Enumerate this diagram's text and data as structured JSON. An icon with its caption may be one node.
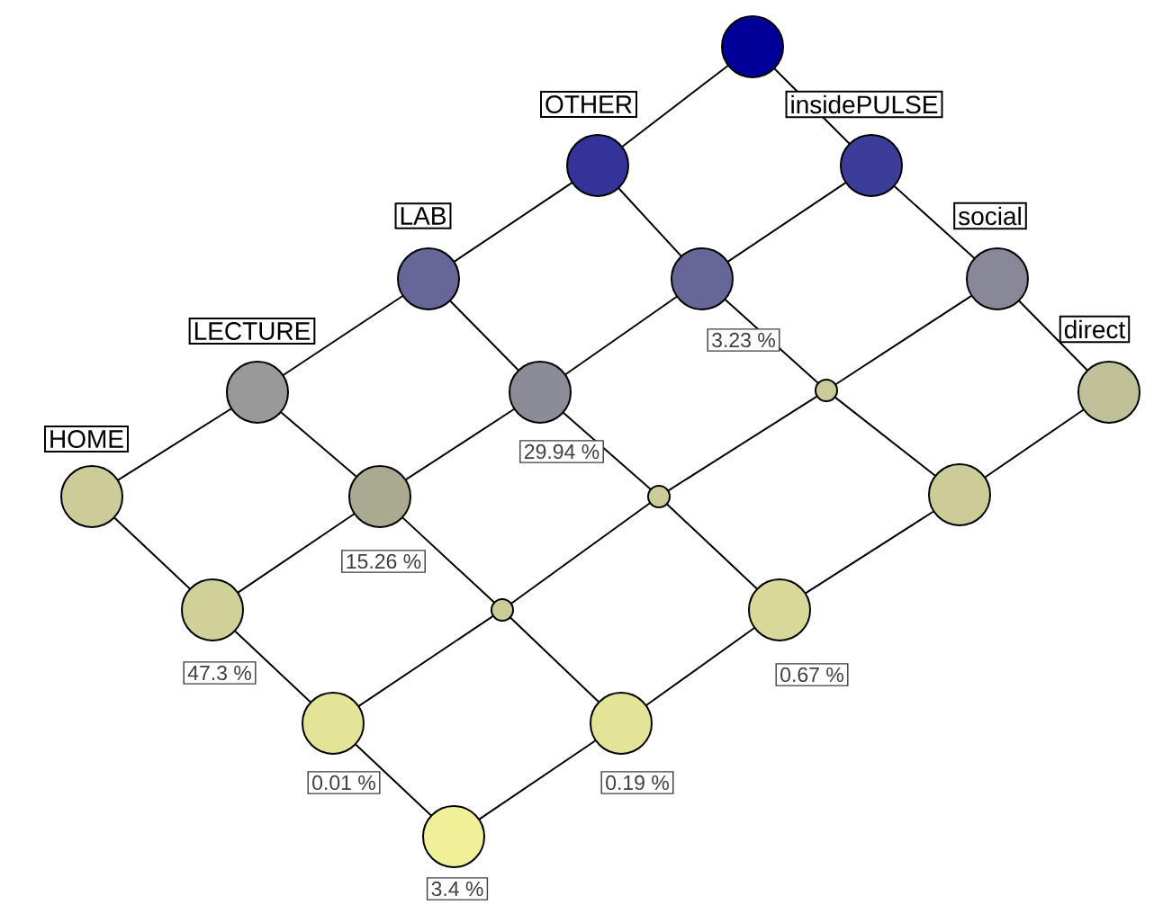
{
  "diagram": {
    "nodes": [
      {
        "text": [],
        "shape": "circle"
      },
      {
        "text": [
          "OTHER"
        ]
      },
      {
        "text": [
          "insidePULSE"
        ]
      },
      {
        "text": [
          "LAB"
        ]
      },
      {
        "text": [
          "3.23 %"
        ]
      },
      {
        "text": [
          "social"
        ]
      },
      {
        "text": [
          "LECTURE"
        ]
      },
      {
        "text": [
          "29.94 %"
        ]
      },
      {
        "text": [],
        "shape": "circle"
      },
      {
        "text": [
          "direct"
        ]
      },
      {
        "text": [
          "HOME"
        ]
      },
      {
        "text": [
          "15.26 %"
        ]
      },
      {
        "text": [],
        "shape": "circle"
      },
      {
        "text": [],
        "shape": "circle"
      },
      {
        "text": [
          "47.3 %"
        ]
      },
      {
        "text": [],
        "shape": "circle"
      },
      {
        "text": [
          "0.67 %"
        ]
      },
      {
        "text": [
          "0.01 %"
        ]
      },
      {
        "text": [
          "0.19 %"
        ]
      },
      {
        "text": [
          "3.4 %"
        ]
      }
    ],
    "edges": [
      {
        "from": 0,
        "to": 1,
        "arrow": "none"
      },
      {
        "from": 0,
        "to": 2,
        "arrow": "none"
      },
      {
        "from": 1,
        "to": 3,
        "arrow": "none"
      },
      {
        "from": 1,
        "to": 4,
        "arrow": "none"
      },
      {
        "from": 2,
        "to": 4,
        "arrow": "none"
      },
      {
        "from": 2,
        "to": 5,
        "arrow": "none"
      },
      {
        "from": 3,
        "to": 6,
        "arrow": "none"
      },
      {
        "from": 3,
        "to": 7,
        "arrow": "none"
      },
      {
        "from": 4,
        "to": 7,
        "arrow": "none"
      },
      {
        "from": 4,
        "to": 8,
        "arrow": "none"
      },
      {
        "from": 5,
        "to": 8,
        "arrow": "none"
      },
      {
        "from": 5,
        "to": 9,
        "arrow": "none"
      },
      {
        "from": 6,
        "to": 10,
        "arrow": "none"
      },
      {
        "from": 6,
        "to": 11,
        "arrow": "none"
      },
      {
        "from": 7,
        "to": 11,
        "arrow": "none"
      },
      {
        "from": 7,
        "to": 12,
        "arrow": "none"
      },
      {
        "from": 8,
        "to": 12,
        "arrow": "none"
      },
      {
        "from": 8,
        "to": 13,
        "arrow": "none"
      },
      {
        "from": 9,
        "to": 13,
        "arrow": "none"
      },
      {
        "from": 10,
        "to": 14,
        "arrow": "none"
      },
      {
        "from": 11,
        "to": 14,
        "arrow": "none"
      },
      {
        "from": 11,
        "to": 15,
        "arrow": "none"
      },
      {
        "from": 12,
        "to": 15,
        "arrow": "none"
      },
      {
        "from": 12,
        "to": 16,
        "arrow": "none"
      },
      {
        "from": 13,
        "to": 16,
        "arrow": "none"
      },
      {
        "from": 14,
        "to": 17,
        "arrow": "none"
      },
      {
        "from": 15,
        "to": 17,
        "arrow": "none"
      },
      {
        "from": 15,
        "to": 18,
        "arrow": "none"
      },
      {
        "from": 16,
        "to": 18,
        "arrow": "none"
      },
      {
        "from": 17,
        "to": 19,
        "arrow": "none"
      },
      {
        "from": 18,
        "to": 19,
        "arrow": "none"
      }
    ]
  }
}
